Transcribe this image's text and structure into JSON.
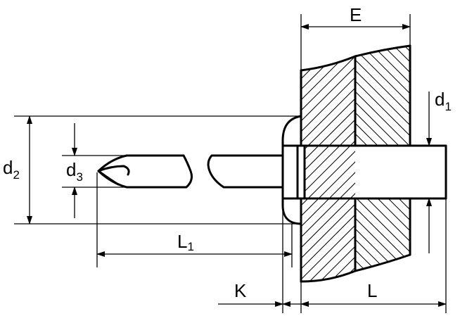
{
  "labels": {
    "E": "E",
    "d1": {
      "base": "d",
      "sub": "1"
    },
    "d2": {
      "base": "d",
      "sub": "2"
    },
    "d3": {
      "base": "d",
      "sub": "3"
    },
    "L1": {
      "base": "L",
      "sub": "1"
    },
    "K": "K",
    "L": "L"
  }
}
